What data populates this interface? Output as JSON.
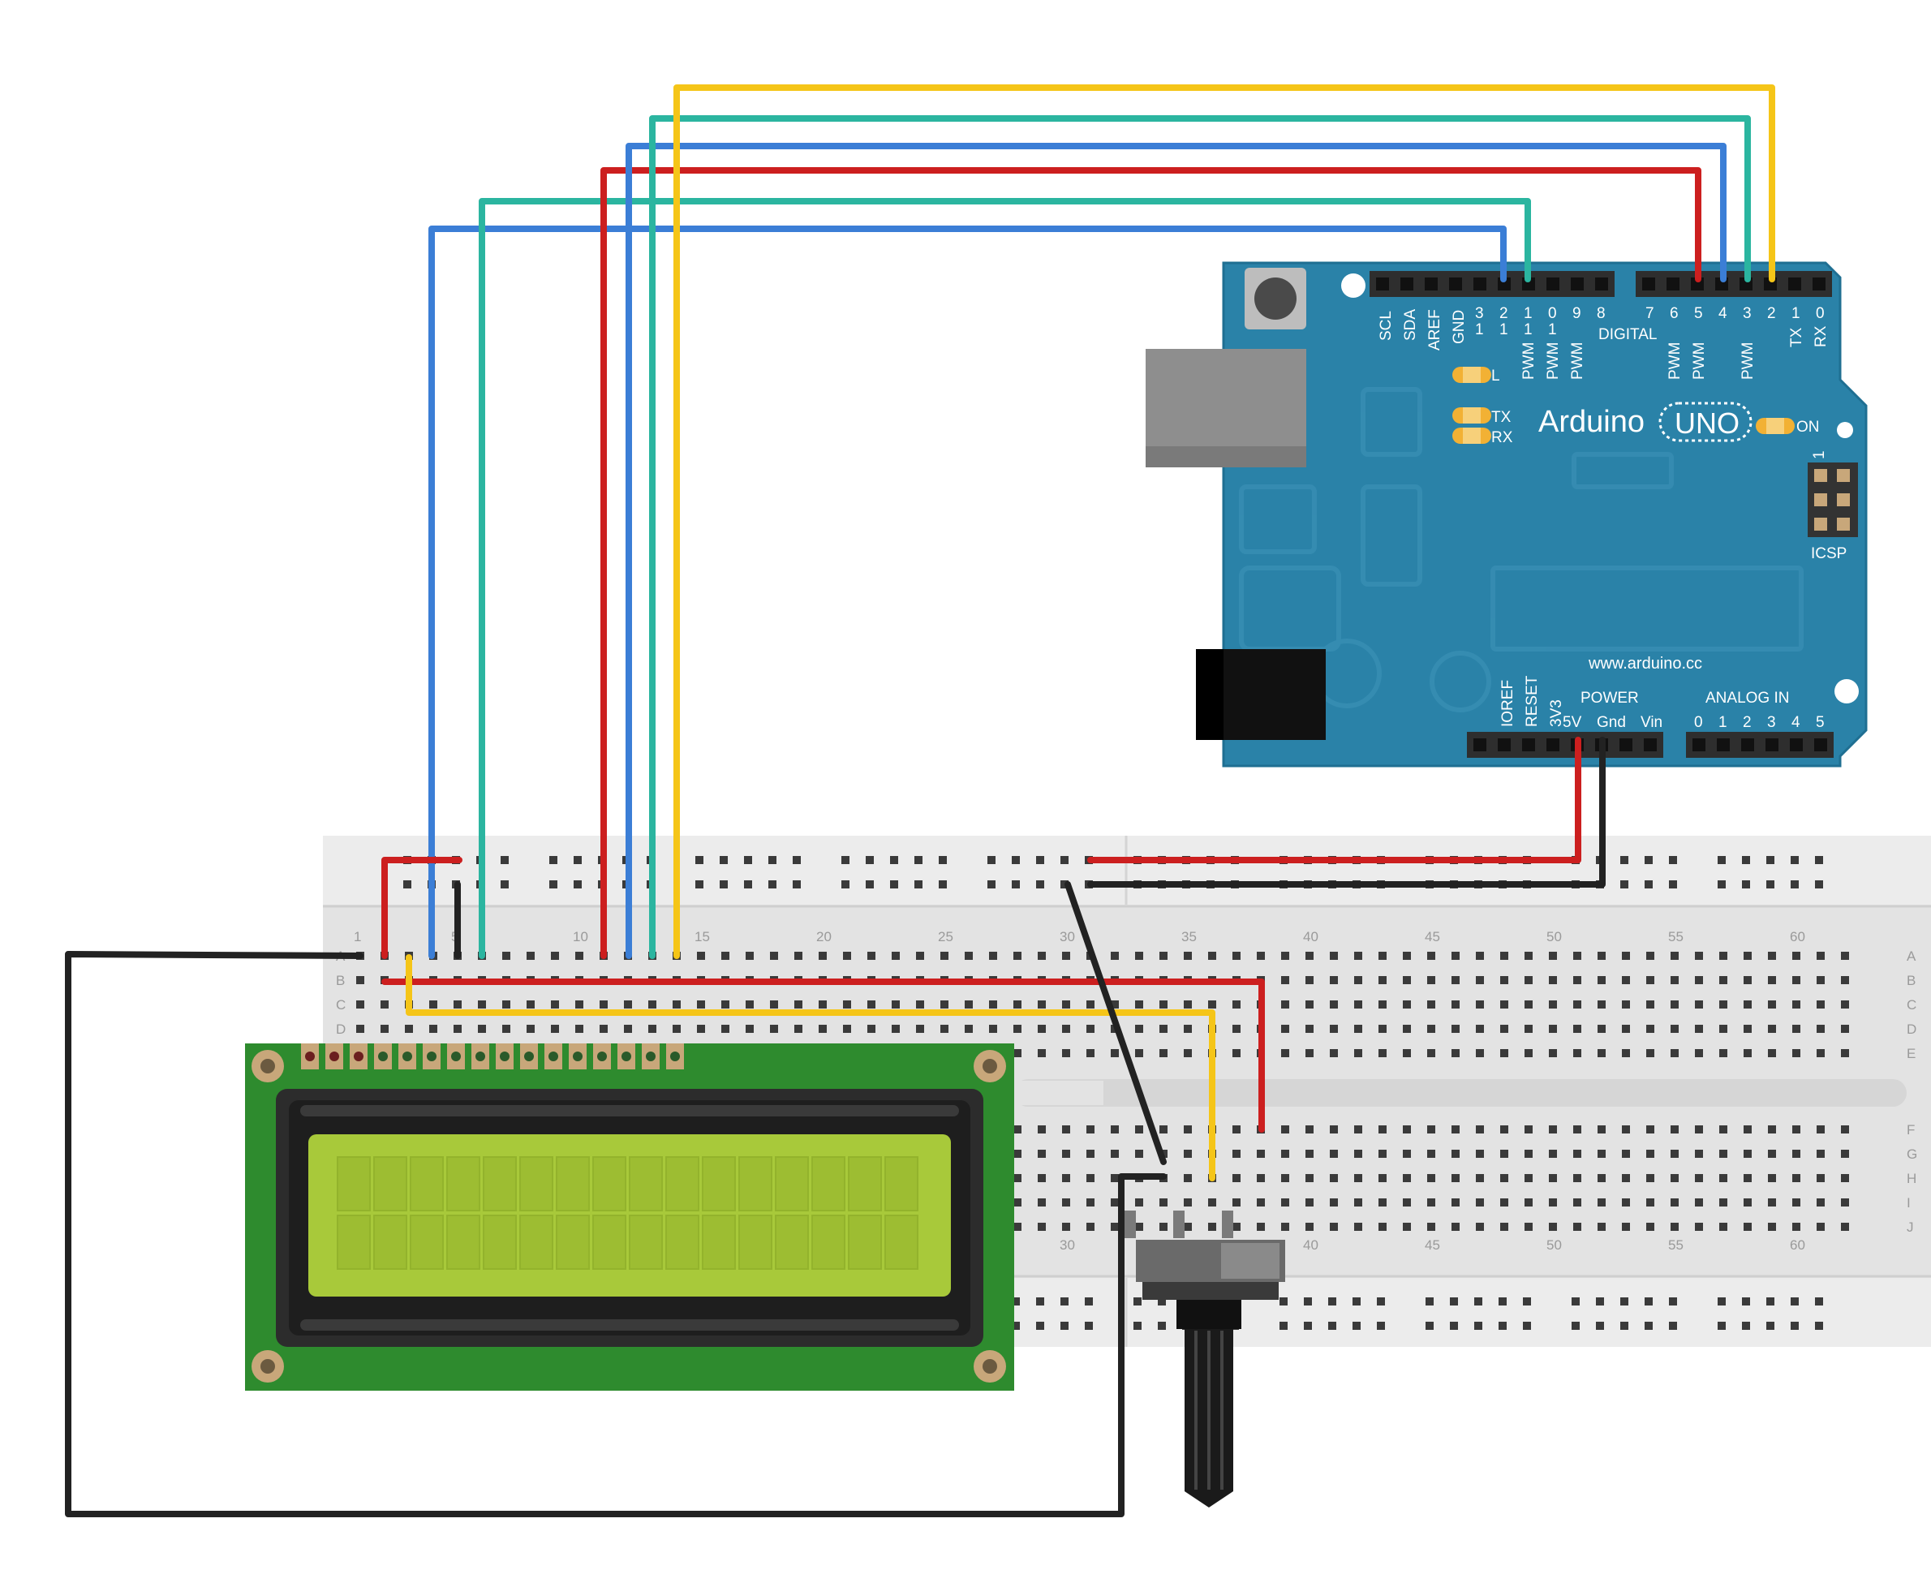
{
  "arduino": {
    "brand": "Arduino",
    "model": "UNO",
    "website": "www.arduino.cc",
    "led_labels": [
      "L",
      "TX",
      "RX"
    ],
    "on_label": "ON",
    "icsp_label": "ICSP",
    "icsp_pin1": "1",
    "power_label": "POWER",
    "analog_label": "ANALOG IN",
    "digital_label": "DIGITAL",
    "top_labels": [
      "SCL",
      "SDA",
      "AREF",
      "GND"
    ],
    "digital_pins": [
      "13",
      "12",
      "11",
      "10",
      "9",
      "8",
      "7",
      "6",
      "5",
      "4",
      "3",
      "2",
      "1",
      "0"
    ],
    "digital_pin_text": [
      "3\n1",
      "2\n1",
      "1\n1",
      "0\n1",
      "9",
      "8",
      "7",
      "6",
      "5",
      "4",
      "3",
      "2",
      "1",
      "0"
    ],
    "pwm_label": "PWM",
    "tx_label": "TX",
    "rx_label": "RX",
    "power_pins": [
      "IOREF",
      "RESET",
      "3V3",
      "5V",
      "Gnd",
      "Vin"
    ],
    "analog_pins": [
      "0",
      "1",
      "2",
      "3",
      "4",
      "5"
    ]
  },
  "breadboard": {
    "column_numbers": [
      "1",
      "5",
      "10",
      "15",
      "20",
      "25",
      "30",
      "35",
      "40",
      "45",
      "50",
      "55",
      "60"
    ],
    "row_letters_top": [
      "A",
      "B",
      "C",
      "D",
      "E"
    ],
    "row_letters_bottom": [
      "F",
      "G",
      "H",
      "I",
      "J"
    ]
  },
  "wires": [
    {
      "name": "wire-d12-lcd-rs",
      "color": "#3b7ed6"
    },
    {
      "name": "wire-d11-lcd-e",
      "color": "#2bb5a0"
    },
    {
      "name": "wire-d5-lcd-d4",
      "color": "#cc1f1f"
    },
    {
      "name": "wire-d4-lcd-d5",
      "color": "#3b7ed6"
    },
    {
      "name": "wire-d3-lcd-d6",
      "color": "#2bb5a0"
    },
    {
      "name": "wire-d2-lcd-d7",
      "color": "#f5c518"
    },
    {
      "name": "wire-5v",
      "color": "#cc1f1f"
    },
    {
      "name": "wire-gnd",
      "color": "#222222"
    }
  ],
  "colors": {
    "arduino_board": "#2a82a8",
    "lcd_pcb": "#2e8b2e",
    "lcd_screen": "#a8c93a",
    "breadboard": "#e3e3e3"
  }
}
